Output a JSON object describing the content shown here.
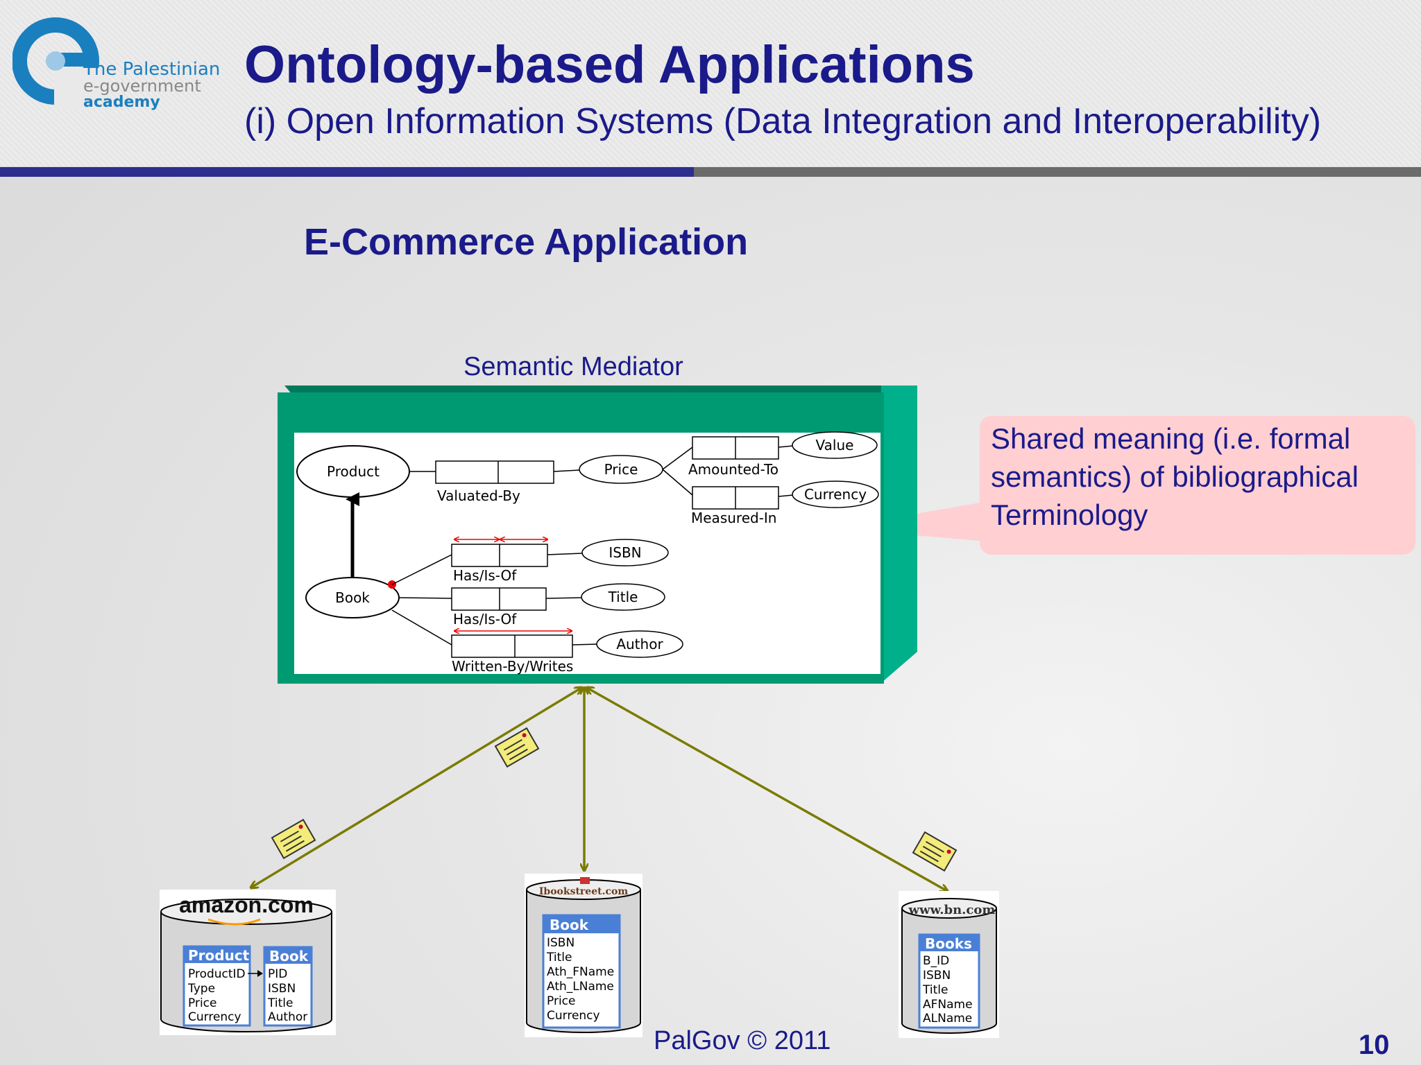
{
  "header": {
    "logo": {
      "line1": "The Palestinian",
      "line2": "e-government",
      "line3": "academy"
    },
    "title": "Ontology-based Applications",
    "subtitle": "(i) Open Information Systems (Data Integration and Interoperability)"
  },
  "section_title": "E-Commerce Application",
  "mediator": {
    "label": "Semantic Mediator",
    "entities": {
      "product": "Product",
      "book": "Book"
    },
    "values": {
      "price": "Price",
      "value": "Value",
      "currency": "Currency",
      "isbn": "ISBN",
      "title": "Title",
      "author": "Author"
    },
    "roles": {
      "valuated_by": "Valuated-By",
      "amounted_to": "Amounted-To",
      "measured_in": "Measured-In",
      "has_is_of_1": "Has/Is-Of",
      "has_is_of_2": "Has/Is-Of",
      "written_by": "Written-By/Writes"
    }
  },
  "callout": "Shared meaning (i.e. formal semantics) of bibliographical Terminology",
  "sources": {
    "amazon": {
      "logo": "amazon.com",
      "product_table": {
        "name": "Product",
        "fields": [
          "ProductID",
          "Type",
          "Price",
          "Currency"
        ]
      },
      "book_table": {
        "name": "Book",
        "fields": [
          "PID",
          "ISBN",
          "Title",
          "Author"
        ]
      }
    },
    "ibookstreet": {
      "logo": "Ibookstreet.com",
      "table": {
        "name": "Book",
        "fields": [
          "ISBN",
          "Title",
          "Ath_FName",
          "Ath_LName",
          "Price",
          "Currency"
        ]
      }
    },
    "bn": {
      "logo": "www.bn.com",
      "table": {
        "name": "Books",
        "fields": [
          "B_ID",
          "ISBN",
          "Title",
          "AFName",
          "ALName"
        ]
      }
    }
  },
  "footer": "PalGov © 2011",
  "page_number": "10",
  "colors": {
    "title": "#1a1a8a",
    "mediator_box": "#009a72",
    "arrows": "#7a7a00",
    "callout": "#ffcfd2",
    "db_header": "#4a7fd6"
  }
}
